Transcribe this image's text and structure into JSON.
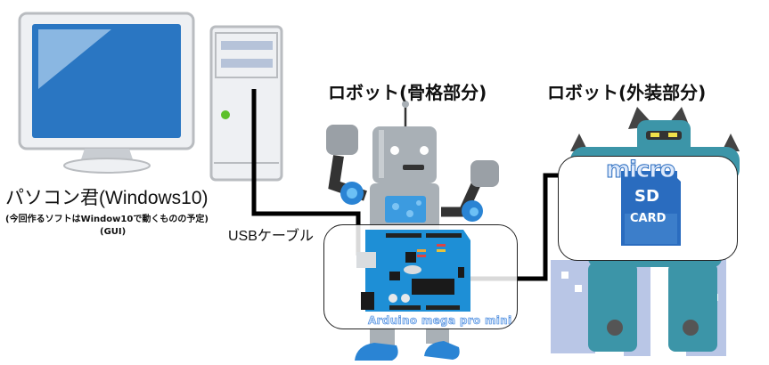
{
  "pc": {
    "title": "パソコン君(Windows10)",
    "note": "(今回作るソフトはWindow10で動くものの予定)",
    "sub": "(GUI)"
  },
  "cable": {
    "usb_label": "USBケーブル"
  },
  "robot_skeleton": {
    "title": "ロボット(骨格部分)",
    "board_caption": "Arduino mega pro mini"
  },
  "robot_exterior": {
    "title": "ロボット(外装部分)",
    "card": {
      "top": "micro",
      "middle": "SD",
      "bottom": "CARD"
    }
  },
  "colors": {
    "screen_blue": "#2a76c2",
    "board_blue": "#1e8fd6",
    "robot_gray": "#a9b0b6",
    "robot_teal": "#3c95a8",
    "cable": "#000000",
    "led_green": "#5cc02a"
  }
}
